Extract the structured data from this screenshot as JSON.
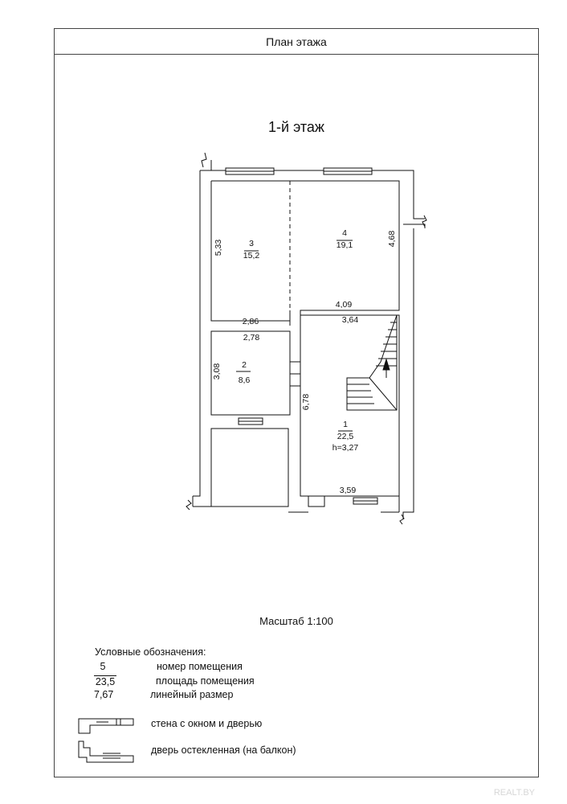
{
  "sheet": {
    "title": "План этажа"
  },
  "floor_title": "1-й этаж",
  "scale": "Масштаб 1:100",
  "rooms": [
    {
      "number": "3",
      "area": "15,2"
    },
    {
      "number": "4",
      "area": "19,1"
    },
    {
      "number": "2",
      "area": "8,6"
    },
    {
      "number": "1",
      "area": "22,5",
      "height": "h=3,27"
    }
  ],
  "dimensions": {
    "d533": "5,33",
    "d468": "4,68",
    "d409": "4,09",
    "d286": "2,86",
    "d364": "3,64",
    "d278": "2,78",
    "d308": "3,08",
    "d678": "6,78",
    "d359": "3,59"
  },
  "legend": {
    "heading": "Условные обозначения:",
    "items": [
      {
        "sample": "5",
        "label": "номер помещения"
      },
      {
        "sample": "23,5",
        "label": "площадь помещения"
      },
      {
        "sample": "7,67",
        "label": "линейный размер"
      }
    ],
    "symbols": [
      {
        "label": "стена с окном и дверью"
      },
      {
        "label": "дверь остекленная (на балкон)"
      }
    ]
  },
  "watermark": "REALT.BY"
}
